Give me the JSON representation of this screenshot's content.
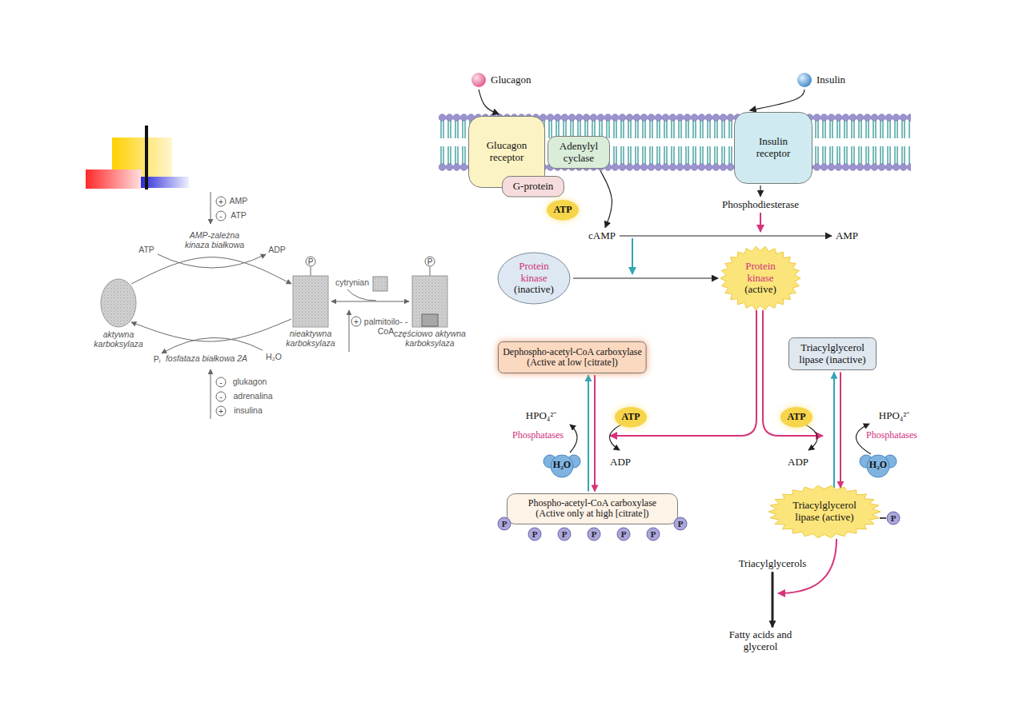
{
  "diagram": {
    "nodes": [
      {
        "text": [
          "aktywna karboksylaza"
        ]
      },
      {
        "text": [
          "nieaktywna karboksylaza"
        ]
      },
      {
        "text": [
          "częściowo aktywna karboksylaza"
        ]
      },
      {
        "text": [
          "Glucagon"
        ]
      },
      {
        "text": [
          "Insulin"
        ]
      },
      {
        "text": [
          "Glucagon receptor"
        ]
      },
      {
        "text": [
          "Adenylyl cyclase"
        ]
      },
      {
        "text": [
          "G-protein"
        ]
      },
      {
        "text": [
          "Insulin receptor"
        ]
      },
      {
        "text": [
          "ATP"
        ]
      },
      {
        "text": [
          "cAMP"
        ]
      },
      {
        "text": [
          "Phosphodiesterase"
        ]
      },
      {
        "text": [
          "AMP"
        ]
      },
      {
        "text": [
          "Protein kinase",
          "(inactive)"
        ]
      },
      {
        "text": [
          "Protein kinase",
          "(active)"
        ]
      },
      {
        "text": [
          "Dephospho-acetyl-CoA carboxylase",
          "(Active at low [citrate])"
        ]
      },
      {
        "text": [
          "Triacylglycerol lipase (inactive)"
        ]
      },
      {
        "text": [
          "ATP"
        ]
      },
      {
        "text": [
          "H₂O"
        ]
      },
      {
        "text": [
          "ATP"
        ]
      },
      {
        "text": [
          "H₂O"
        ]
      },
      {
        "text": [
          "Phospho-acetyl-CoA carboxylase",
          "(Active only at high [citrate])"
        ]
      },
      {
        "text": [
          "Triacylglycerol lipase (active)"
        ]
      },
      {
        "text": [
          "Triacylglycerols"
        ]
      },
      {
        "text": [
          "Fatty acids and glycerol"
        ]
      }
    ],
    "edges": [
      {
        "from": 0,
        "to": 1,
        "label": "AMP-zależna kinaza białkowa",
        "arrow": "to"
      },
      {
        "from": 1,
        "to": 0,
        "label": "fosfataza białkowa 2A",
        "arrow": "to"
      },
      {
        "from": 1,
        "to": 2,
        "arrow": "both"
      },
      {
        "from": 3,
        "to": 5,
        "arrow": "to"
      },
      {
        "from": 4,
        "to": 8,
        "arrow": "to"
      },
      {
        "from": 6,
        "to": 10,
        "arrow": "to"
      },
      {
        "from": 8,
        "to": 11,
        "arrow": "to"
      },
      {
        "from": 10,
        "to": 12,
        "arrow": "to"
      },
      {
        "from": 13,
        "to": 14,
        "arrow": "to"
      },
      {
        "from": 15,
        "to": 21,
        "arrow": "to"
      },
      {
        "from": 21,
        "to": 15,
        "arrow": "to"
      },
      {
        "from": 16,
        "to": 22,
        "arrow": "to"
      },
      {
        "from": 22,
        "to": 16,
        "arrow": "to"
      },
      {
        "from": 23,
        "to": 24,
        "arrow": "to"
      }
    ],
    "labels": [
      "+",
      "AMP",
      "-",
      "ATP",
      "ATP",
      "ADP",
      "P",
      "cytrynian",
      "P",
      "+",
      "palmitoilo- -CoA",
      "Pᵢ",
      "H₂O",
      "-",
      "glukagon",
      "-",
      "adrenalina",
      "+",
      "insulina",
      "HPO₄²⁻",
      "Phosphatases",
      "ADP",
      "ADP",
      "HPO₄²⁻",
      "Phosphatases",
      "P",
      "P",
      "P",
      "P",
      "P",
      "P",
      "P",
      "P"
    ]
  }
}
